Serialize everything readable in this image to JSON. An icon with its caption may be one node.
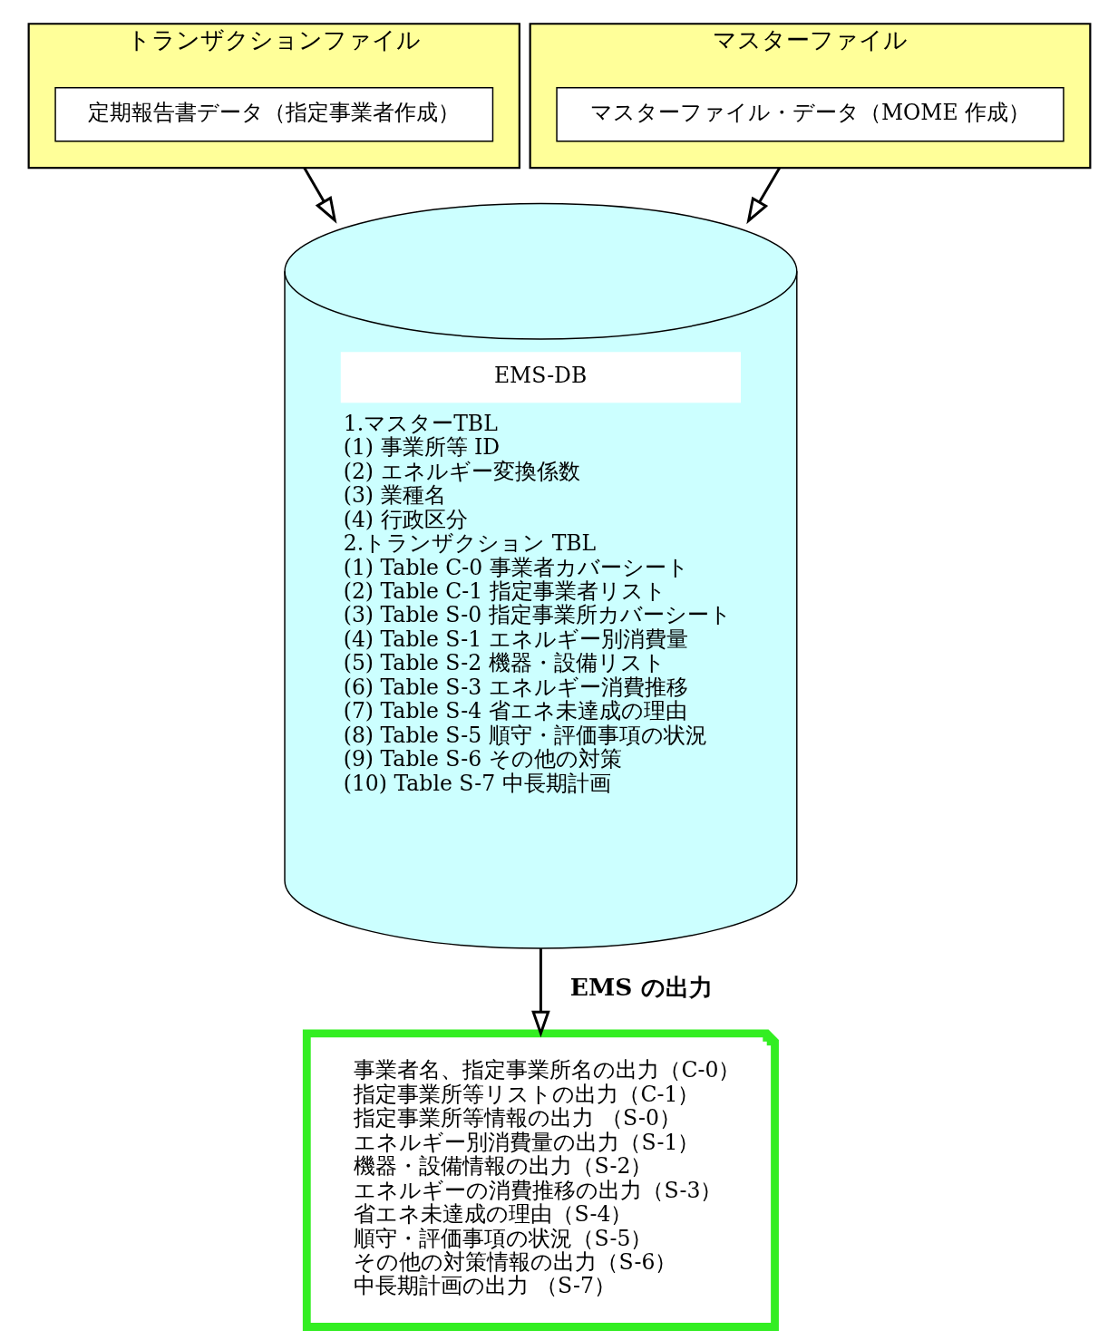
{
  "diagram": {
    "nodes": [
      {
        "text": [
          "トランザクションファイル"
        ]
      },
      {
        "text": [
          "定期報告書データ（指定事業者作成）"
        ],
        "in": 0
      },
      {
        "text": [
          "マスターファイル"
        ]
      },
      {
        "text": [
          "マスターファイル・データ（MOME 作成）"
        ],
        "in": 2
      },
      {
        "text": [
          "EMS-DB",
          "1.マスターTBL",
          "(1) 事業所等 ID",
          "(2) エネルギー変換係数",
          "(3) 業種名",
          "(4) 行政区分",
          "2.トランザクション TBL",
          "(1) Table C-0 事業者カバーシート",
          "(2) Table C-1 指定事業者リスト",
          "(3) Table S-0 指定事業所カバーシート",
          "(4) Table S-1 エネルギー別消費量",
          "(5) Table S-2 機器・設備リスト",
          "(6) Table S-3 エネルギー消費推移",
          "(7) Table S-4 省エネ未達成の理由",
          "(8) Table S-5 順守・評価事項の状況",
          "(9) Table S-6 その他の対策",
          "(10) Table S-7 中長期計画"
        ]
      },
      {
        "text": [
          "事業者名、指定事業所名の出力（C-0）",
          "指定事業所等リストの出力（C-1）",
          "指定事業所等情報の出力 （S-0）",
          "エネルギー別消費量の出力（S-1）",
          "機器・設備情報の出力（S-2）",
          "エネルギーの消費推移の出力（S-3）",
          "省エネ未達成の理由（S-4）",
          "順守・評価事項の状況（S-5）",
          "その他の対策情報の出力（S-6）",
          "中長期計画の出力 （S-7）"
        ]
      }
    ],
    "edges": [
      {
        "from": 0,
        "to": 4,
        "arrow": "to"
      },
      {
        "from": 2,
        "to": 4,
        "arrow": "to"
      },
      {
        "from": 4,
        "to": 5,
        "arrow": "to",
        "label": "EMS の出力"
      }
    ]
  }
}
